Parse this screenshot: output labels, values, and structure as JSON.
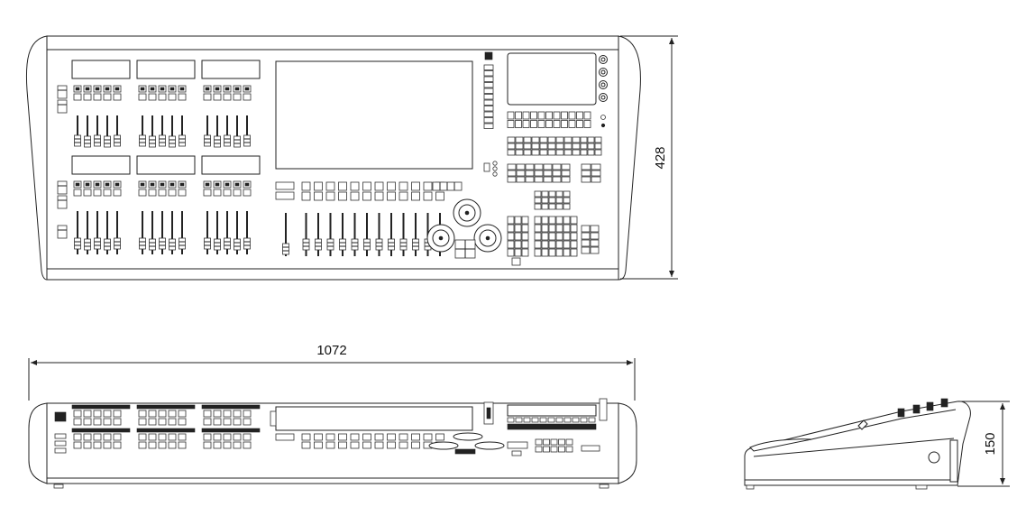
{
  "dimensions": {
    "depth": "428",
    "width": "1072",
    "height": "150"
  },
  "views": {
    "top": "top-view",
    "front": "front-view",
    "side": "side-view"
  },
  "colors": {
    "line": "#222222",
    "background": "#ffffff"
  }
}
